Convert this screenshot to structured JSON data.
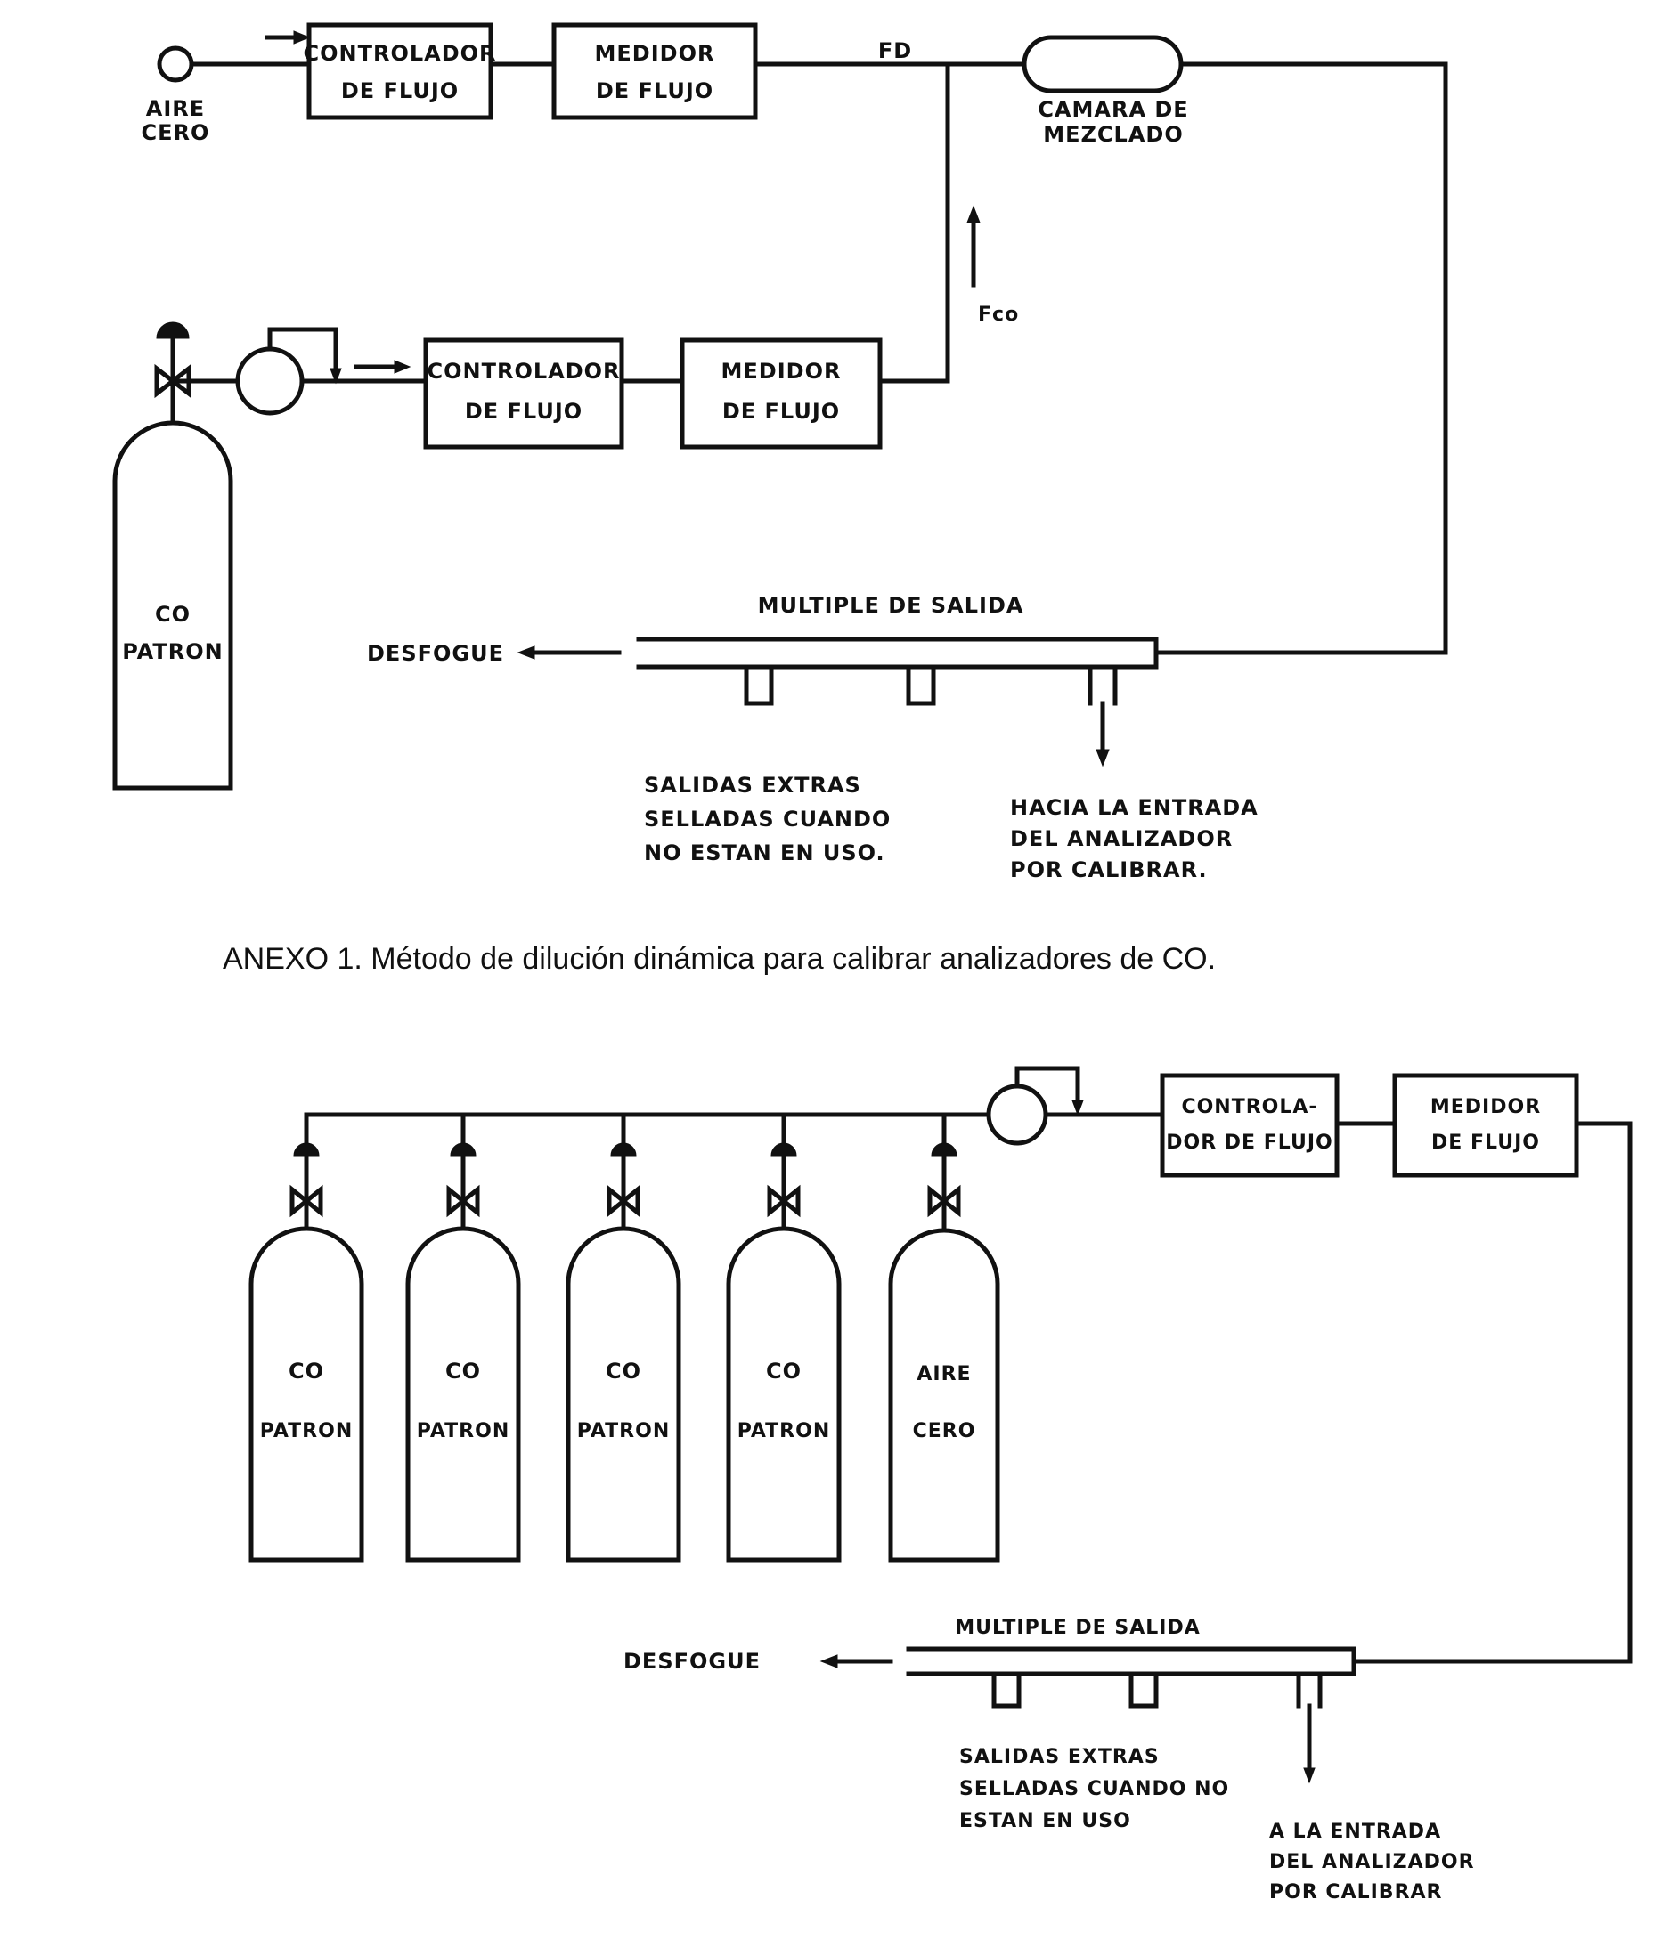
{
  "diagram1": {
    "caption": "ANEXO 1. Método de dilución dinámica para calibrar analizadores de CO.",
    "aire_cero": [
      "AIRE",
      "CERO"
    ],
    "controlador_top": [
      "CONTROLADOR",
      "DE FLUJO"
    ],
    "medidor_top": [
      "MEDIDOR",
      "DE FLUJO"
    ],
    "fd_label": "FD",
    "camara": [
      "CAMARA DE",
      "MEZCLADO"
    ],
    "fco_label": "Fco",
    "controlador_bottom": [
      "CONTROLADOR",
      "DE FLUJO"
    ],
    "medidor_bottom": [
      "MEDIDOR",
      "DE FLUJO"
    ],
    "cylinder": [
      "CO",
      "PATRON"
    ],
    "multiple": "MULTIPLE DE SALIDA",
    "desfogue": "DESFOGUE",
    "salidas": [
      "SALIDAS EXTRAS",
      "SELLADAS CUANDO",
      "NO ESTAN EN USO."
    ],
    "hacia": [
      "HACIA LA ENTRADA",
      "DEL ANALIZADOR",
      "POR CALIBRAR."
    ]
  },
  "diagram2": {
    "cylinders": [
      [
        "CO",
        "PATRON"
      ],
      [
        "CO",
        "PATRON"
      ],
      [
        "CO",
        "PATRON"
      ],
      [
        "CO",
        "PATRON"
      ],
      [
        "AIRE",
        "CERO"
      ]
    ],
    "controlador": [
      "CONTROLA-",
      "DOR DE FLUJO"
    ],
    "medidor": [
      "MEDIDOR",
      "DE FLUJO"
    ],
    "multiple": "MULTIPLE DE SALIDA",
    "desfogue": "DESFOGUE",
    "salidas": [
      "SALIDAS EXTRAS",
      "SELLADAS CUANDO NO",
      "ESTAN EN USO"
    ],
    "hacia": [
      "A LA ENTRADA",
      "DEL ANALIZADOR",
      "POR CALIBRAR"
    ]
  }
}
